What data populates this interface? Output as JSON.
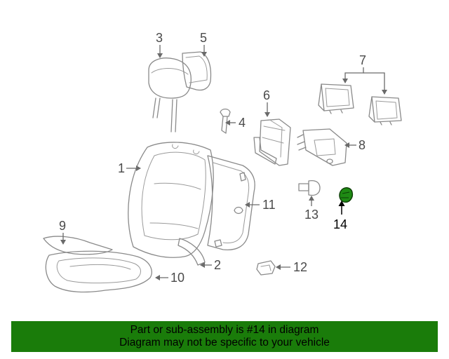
{
  "diagram": {
    "callouts": [
      "1",
      "2",
      "3",
      "4",
      "5",
      "6",
      "7",
      "8",
      "9",
      "10",
      "11",
      "12",
      "13",
      "14"
    ],
    "highlighted_part": "14",
    "highlight_color": "#1f8a14"
  },
  "banner": {
    "line1": "Part or sub-assembly is #14 in diagram",
    "line2": "Diagram may not be specific to your vehicle",
    "background": "#1a7c0a"
  }
}
